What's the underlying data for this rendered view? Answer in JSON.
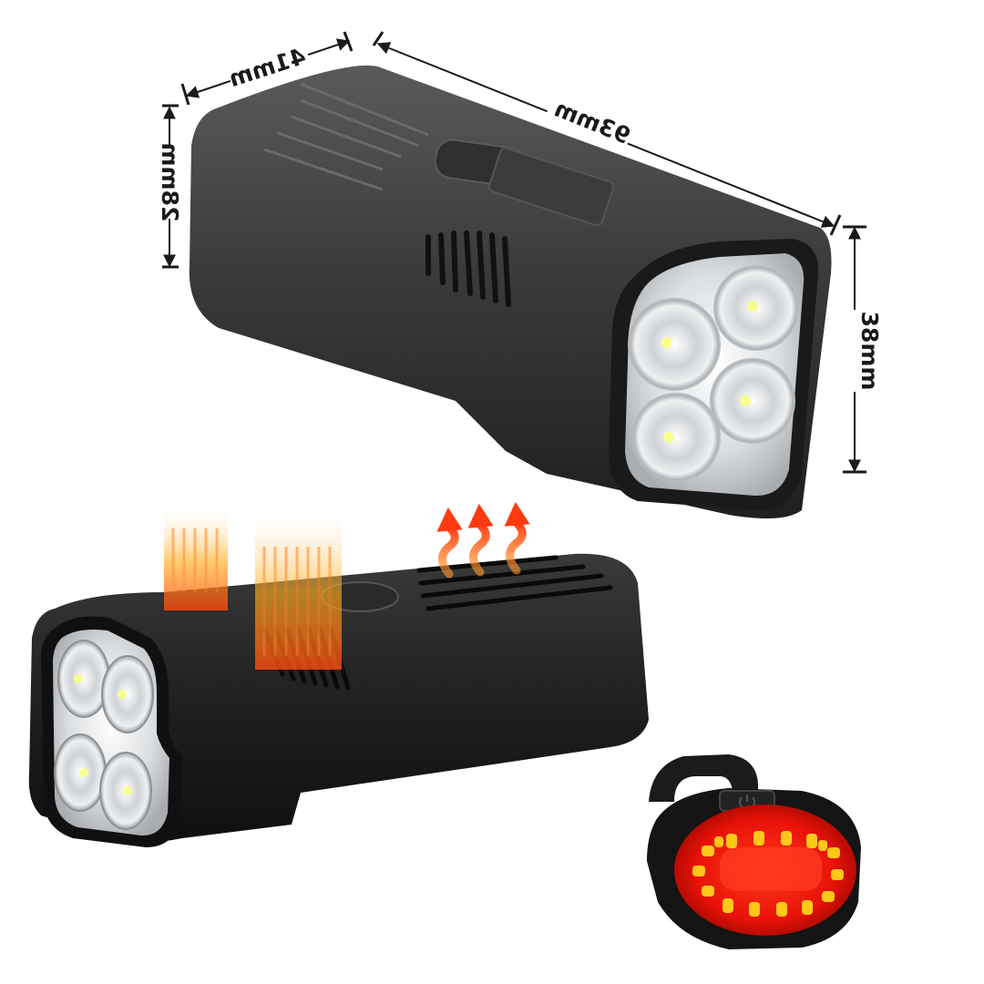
{
  "image": {
    "description": "Product photo: USB rechargeable bike headlight with 4 LEDs shown twice (top with dimensions, bottom with heat dissipation effect) plus a red oval tail light",
    "mirrored": true
  },
  "dimensions": {
    "width_label": "41mm",
    "height_label": "28mm",
    "length_label": "93mm",
    "head_height_label": "38mm"
  },
  "headlight_top": {
    "led_count": 4,
    "body_color": "#3a3a3a",
    "lens_color": "#e9ecee"
  },
  "headlight_bottom": {
    "led_count": 4,
    "body_color": "#1e1e1e",
    "lens_color": "#e6e8ea",
    "heat_arrows": 3,
    "heat_color": "#ff6a1a"
  },
  "tail_light": {
    "led_count": 16,
    "glow_color": "#ff1a0a",
    "led_color": "#ffd21a",
    "body_color": "#151515"
  }
}
